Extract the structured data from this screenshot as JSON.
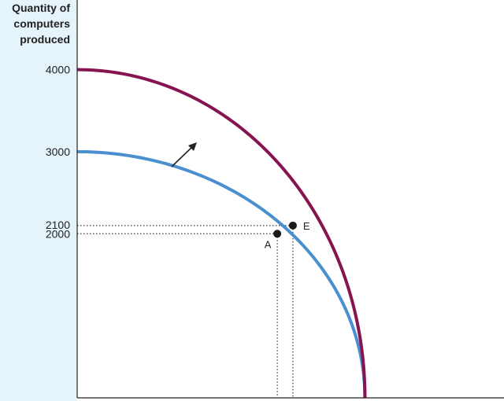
{
  "colors": {
    "background": "#e5f3fa",
    "plot_area": "#ffffff",
    "original_curve": "#4a8fd0",
    "new_curve": "#851450",
    "guide": "#333333",
    "point": "#1a1a1a"
  },
  "chart_data": {
    "type": "line",
    "title": "",
    "ylabel_lines": [
      "Quantity of",
      "computers",
      "produced"
    ],
    "xlabel": "",
    "ylim": [
      0,
      4900
    ],
    "xlim": [
      0,
      1000
    ],
    "y_ticks": [
      4000,
      3000,
      2100,
      2000
    ],
    "grid": false,
    "series": [
      {
        "x_intercept": 683,
        "y_intercept": 3000,
        "color": "original"
      },
      {
        "x_intercept": 683,
        "y_intercept": 4000,
        "color": "new"
      }
    ],
    "points": [
      {
        "label": "A",
        "x": 475,
        "y": 2000,
        "label_side": "below-left"
      },
      {
        "label": "E",
        "x": 512,
        "y": 2100,
        "label_side": "right"
      }
    ],
    "annotations": [
      {
        "type": "arrow",
        "meaning": "outward shift of curve"
      }
    ]
  }
}
